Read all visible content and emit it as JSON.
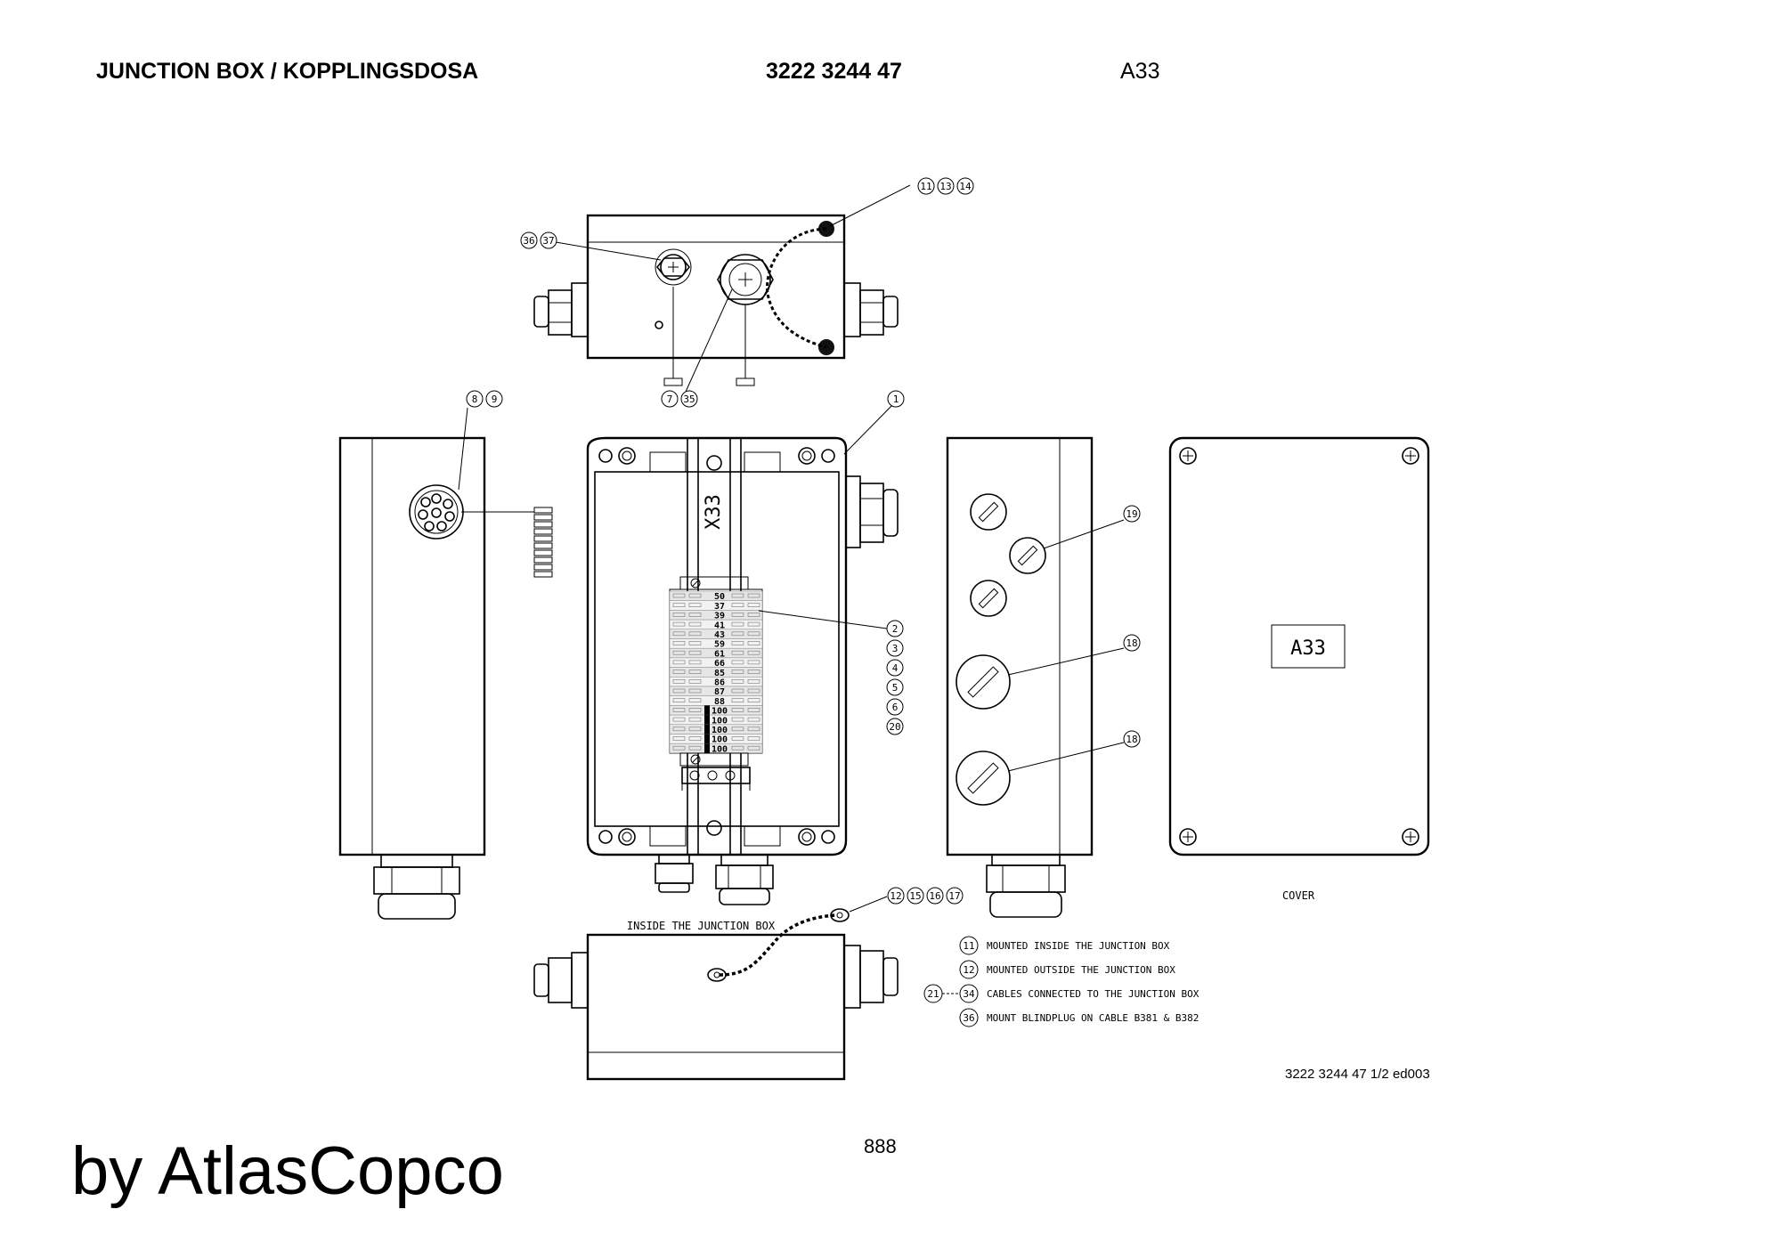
{
  "header": {
    "title": "JUNCTION BOX / KOPPLINGSDOSA",
    "part_number": "3222 3244 47",
    "sheet_code": "A33"
  },
  "drawing": {
    "terminal_block_label": "X33",
    "cover_label": "A33",
    "cover_caption": "COVER",
    "inside_caption": "INSIDE THE JUNCTION BOX",
    "callouts": {
      "c1": "1",
      "c2": "2",
      "c3": "3",
      "c4": "4",
      "c5": "5",
      "c6": "6",
      "c20": "20",
      "c7": "7",
      "c35": "35",
      "c8": "8",
      "c9": "9",
      "c11": "11",
      "c13": "13",
      "c14": "14",
      "c12": "12",
      "c15": "15",
      "c16": "16",
      "c17": "17",
      "c18a": "18",
      "c18b": "18",
      "c19": "19",
      "c36": "36",
      "c37": "37"
    },
    "terminal_numbers": [
      "50",
      "37",
      "39",
      "41",
      "43",
      "59",
      "61",
      "66",
      "85",
      "86",
      "87",
      "88",
      "100",
      "100",
      "100",
      "100",
      "100"
    ],
    "legend": [
      {
        "start": "",
        "id": "11",
        "text": "MOUNTED INSIDE THE JUNCTION BOX"
      },
      {
        "start": "",
        "id": "12",
        "text": "MOUNTED OUTSIDE THE JUNCTION BOX"
      },
      {
        "start": "21",
        "id": "34",
        "text": "CABLES CONNECTED TO THE JUNCTION BOX"
      },
      {
        "start": "",
        "id": "36",
        "text": "MOUNT BLINDPLUG ON CABLE B381 & B382"
      }
    ]
  },
  "footer": {
    "reference": "3222 3244 47 1/2 ed003",
    "page_number": "888",
    "brand": "by AtlasCopco"
  }
}
